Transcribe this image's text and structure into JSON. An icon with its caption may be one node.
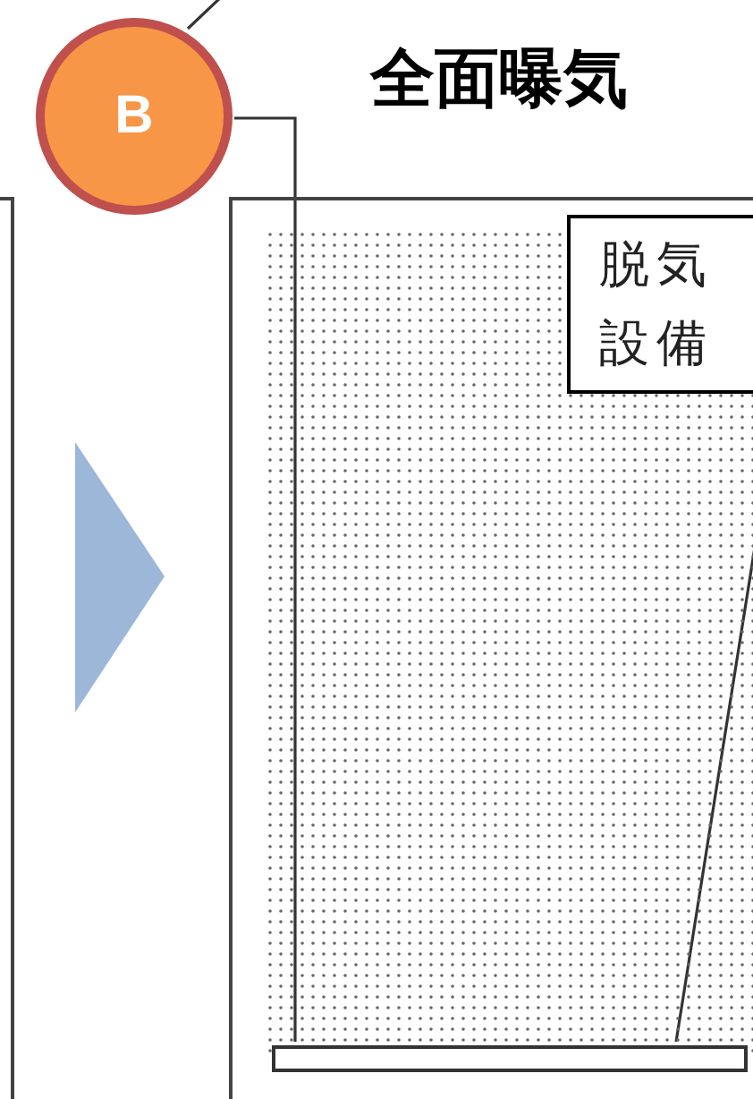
{
  "diagram": {
    "nodes": [
      {
        "text": [
          "B"
        ]
      },
      {
        "text": [],
        "shape": "box"
      },
      {
        "text": [
          "全面曝気"
        ]
      },
      {
        "text": [
          "脱気設備"
        ],
        "in": 2
      },
      {
        "text": [],
        "shape": "bar",
        "in": 2
      }
    ],
    "edges": [
      {
        "from": null,
        "to": 0,
        "arrow": "none"
      },
      {
        "from": 0,
        "to": 4,
        "arrow": "none"
      },
      {
        "from": 3,
        "to": 4,
        "arrow": "none"
      },
      {
        "from": 1,
        "to": 2,
        "arrow": "to"
      }
    ]
  }
}
